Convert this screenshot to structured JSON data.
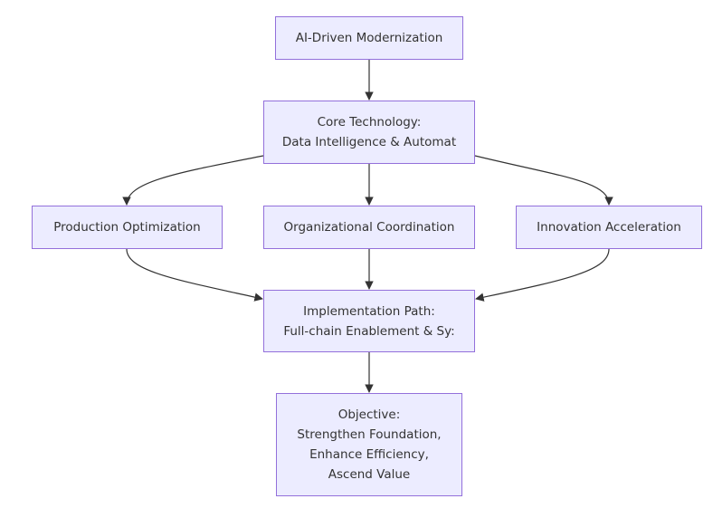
{
  "diagram": {
    "type": "flowchart",
    "direction": "top-down",
    "colors": {
      "node_fill": "#ececff",
      "node_border": "#9370db",
      "edge": "#333333",
      "text": "#333333"
    },
    "nodes": [
      {
        "id": "A",
        "lines": [
          "AI-Driven Modernization"
        ]
      },
      {
        "id": "B",
        "lines": [
          "Core Technology:",
          "Data Intelligence & Automat"
        ]
      },
      {
        "id": "C1",
        "lines": [
          "Production Optimization"
        ]
      },
      {
        "id": "C2",
        "lines": [
          "Organizational Coordination"
        ]
      },
      {
        "id": "C3",
        "lines": [
          "Innovation Acceleration"
        ]
      },
      {
        "id": "D",
        "lines": [
          "Implementation Path:",
          "Full-chain Enablement & Sy:"
        ]
      },
      {
        "id": "E",
        "lines": [
          "Objective:",
          "Strengthen Foundation,",
          "Enhance Efficiency,",
          "Ascend Value"
        ]
      }
    ],
    "edges": [
      {
        "from": "A",
        "to": "B"
      },
      {
        "from": "B",
        "to": "C1"
      },
      {
        "from": "B",
        "to": "C2"
      },
      {
        "from": "B",
        "to": "C3"
      },
      {
        "from": "C1",
        "to": "D"
      },
      {
        "from": "C2",
        "to": "D"
      },
      {
        "from": "C3",
        "to": "D"
      },
      {
        "from": "D",
        "to": "E"
      }
    ]
  }
}
